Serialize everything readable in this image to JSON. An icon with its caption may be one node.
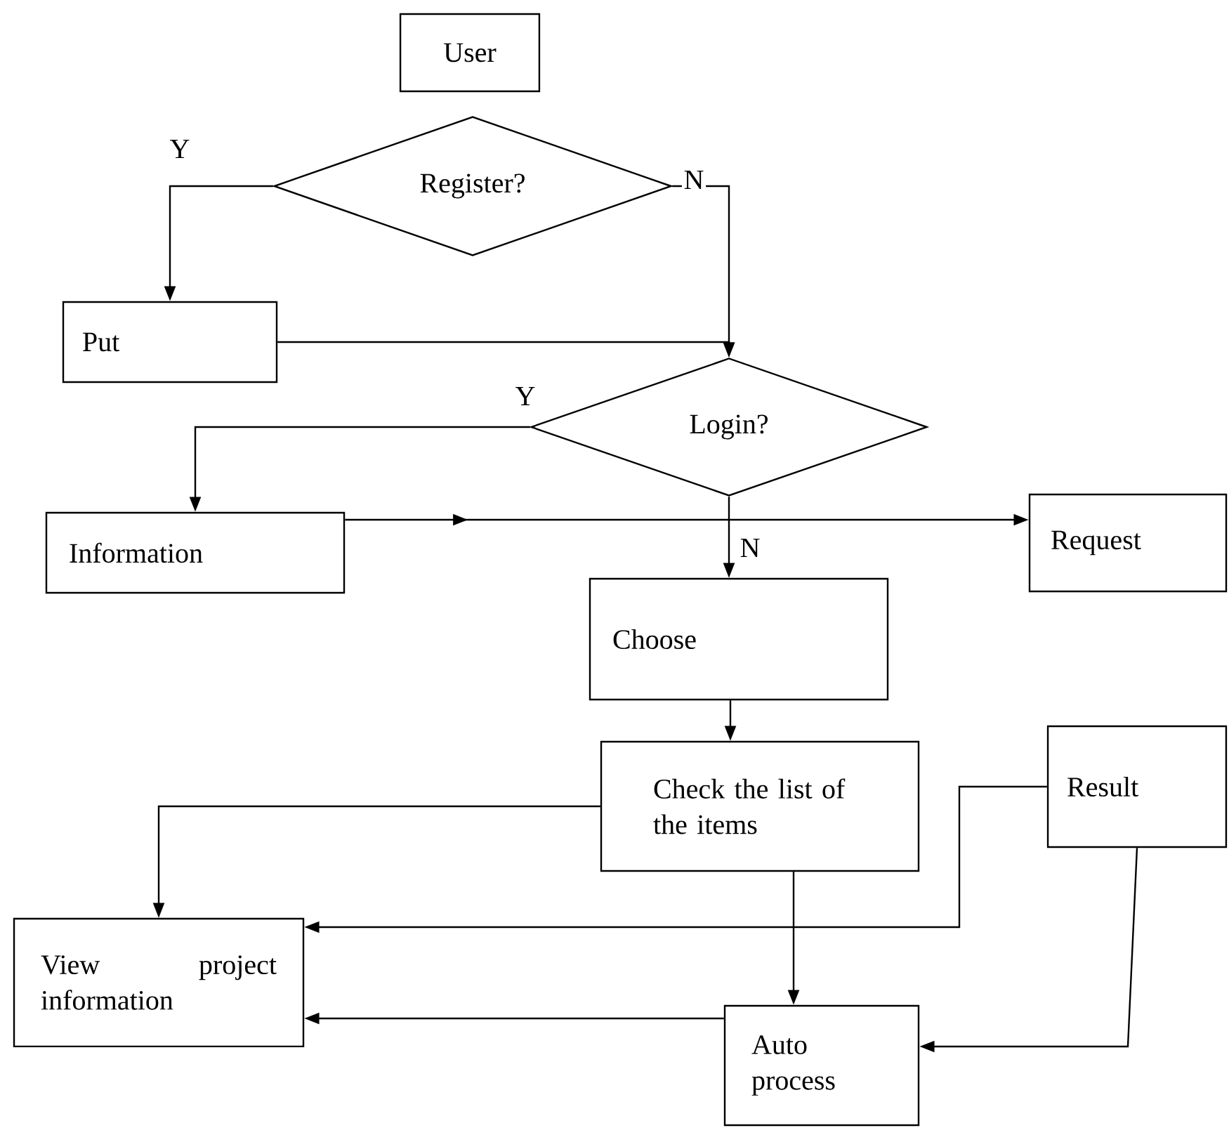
{
  "diagram": {
    "nodes": [
      {
        "text": [
          "User"
        ]
      },
      {
        "text": [
          "Register?"
        ]
      },
      {
        "text": [
          "Put"
        ]
      },
      {
        "text": [
          "Login?"
        ]
      },
      {
        "text": [
          "Information"
        ]
      },
      {
        "text": [
          "Request"
        ]
      },
      {
        "text": [
          "Choose"
        ]
      },
      {
        "text": [
          "Check the list of the items"
        ]
      },
      {
        "text": [
          "Result"
        ]
      },
      {
        "text": [
          "View project information"
        ]
      },
      {
        "text": [
          "Auto process"
        ]
      }
    ],
    "edges": [
      {
        "from": 1,
        "to": 2,
        "arrow": "to",
        "label": "Y"
      },
      {
        "from": 1,
        "to": 3,
        "arrow": "to",
        "label": "N"
      },
      {
        "from": 2,
        "to": 3,
        "arrow": "to"
      },
      {
        "from": 3,
        "to": 4,
        "arrow": "to",
        "label": "Y"
      },
      {
        "from": 4,
        "to": 5,
        "arrow": "to"
      },
      {
        "from": 3,
        "to": 6,
        "arrow": "to",
        "label": "N"
      },
      {
        "from": 6,
        "to": 7,
        "arrow": "to"
      },
      {
        "from": 7,
        "to": 9,
        "arrow": "to"
      },
      {
        "from": 8,
        "to": 9,
        "arrow": "to"
      },
      {
        "from": 7,
        "to": 10,
        "arrow": "to"
      },
      {
        "from": 10,
        "to": 9,
        "arrow": "to"
      },
      {
        "from": 8,
        "to": 10,
        "arrow": "to"
      }
    ]
  }
}
